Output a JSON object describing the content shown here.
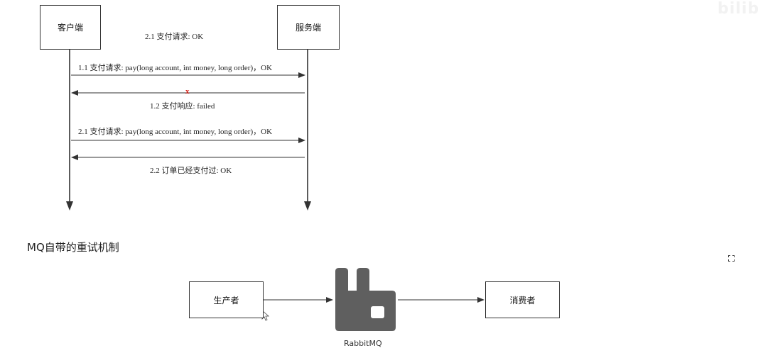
{
  "sequence": {
    "client_label": "客户端",
    "server_label": "服务端",
    "messages": {
      "top_note": "2.1 支付请求: OK",
      "m1_request": "1.1 支付请求: pay(long account, int money, long order)，OK",
      "m1_fail_mark": "x",
      "m1_response": "1.2 支付响应: failed",
      "m2_request": "2.1 支付请求: pay(long account, int money, long order)，OK",
      "m2_response": "2.2 订单已经支付过: OK"
    }
  },
  "section": {
    "heading": "MQ自带的重试机制"
  },
  "mq_diagram": {
    "producer_label": "生产者",
    "consumer_label": "消费者",
    "broker_caption": "RabbitMQ",
    "broker_icon": "rabbitmq-logo-icon"
  },
  "colors": {
    "line": "#333333",
    "fail": "#d9231b",
    "logo": "#5f5f5f"
  },
  "watermark": {
    "text": "bilibi"
  },
  "icons": {
    "expand": "expand-icon"
  }
}
